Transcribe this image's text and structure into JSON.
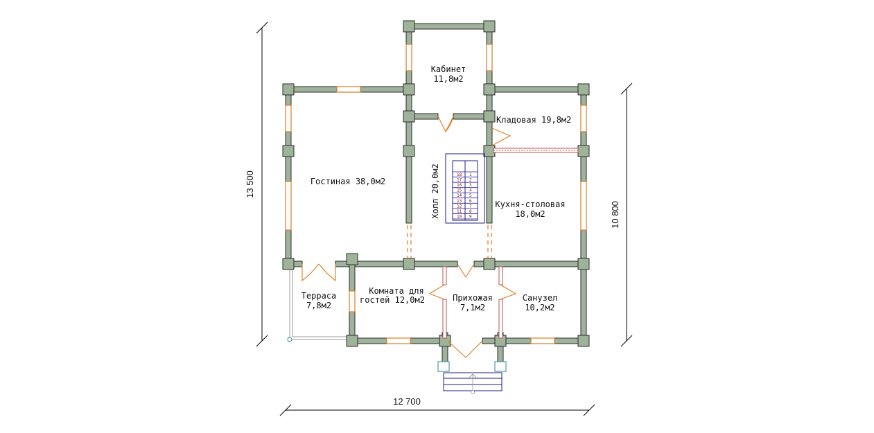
{
  "rooms": {
    "kabinet_name": "Кабинет",
    "kabinet_area": "11,8м2",
    "kladovaya": "Кладовая 19,8м2",
    "gostinaya": "Гостиная 38,0м2",
    "holl": "Холл 20,0м2",
    "kuhnya_name": "Кухня-столовая",
    "kuhnya_area": "18,0м2",
    "terrasa_name": "Терраса",
    "terrasa_area": "7,8м2",
    "komnata_line1": "Комната для",
    "komnata_line2": "гостей  12,0м2",
    "prihozhaya_name": "Прихожая",
    "prihozhaya_area": "7,1м2",
    "sanuzel_name": "Санузел",
    "sanuzel_area": "10,2м2"
  },
  "dimensions": {
    "width": "12 700",
    "height_left": "13 500",
    "height_right": "10 800"
  },
  "stair_steps": [
    "1",
    "2",
    "3",
    "4",
    "5",
    "6",
    "7",
    "8",
    "9",
    "10",
    "11",
    "12",
    "13",
    "14",
    "15",
    "16",
    "17",
    "18"
  ],
  "colors": {
    "wall": "#9fb39b",
    "opening": "#e07a1e",
    "stair": "#1c1c8a",
    "partition": "#c0504d"
  }
}
